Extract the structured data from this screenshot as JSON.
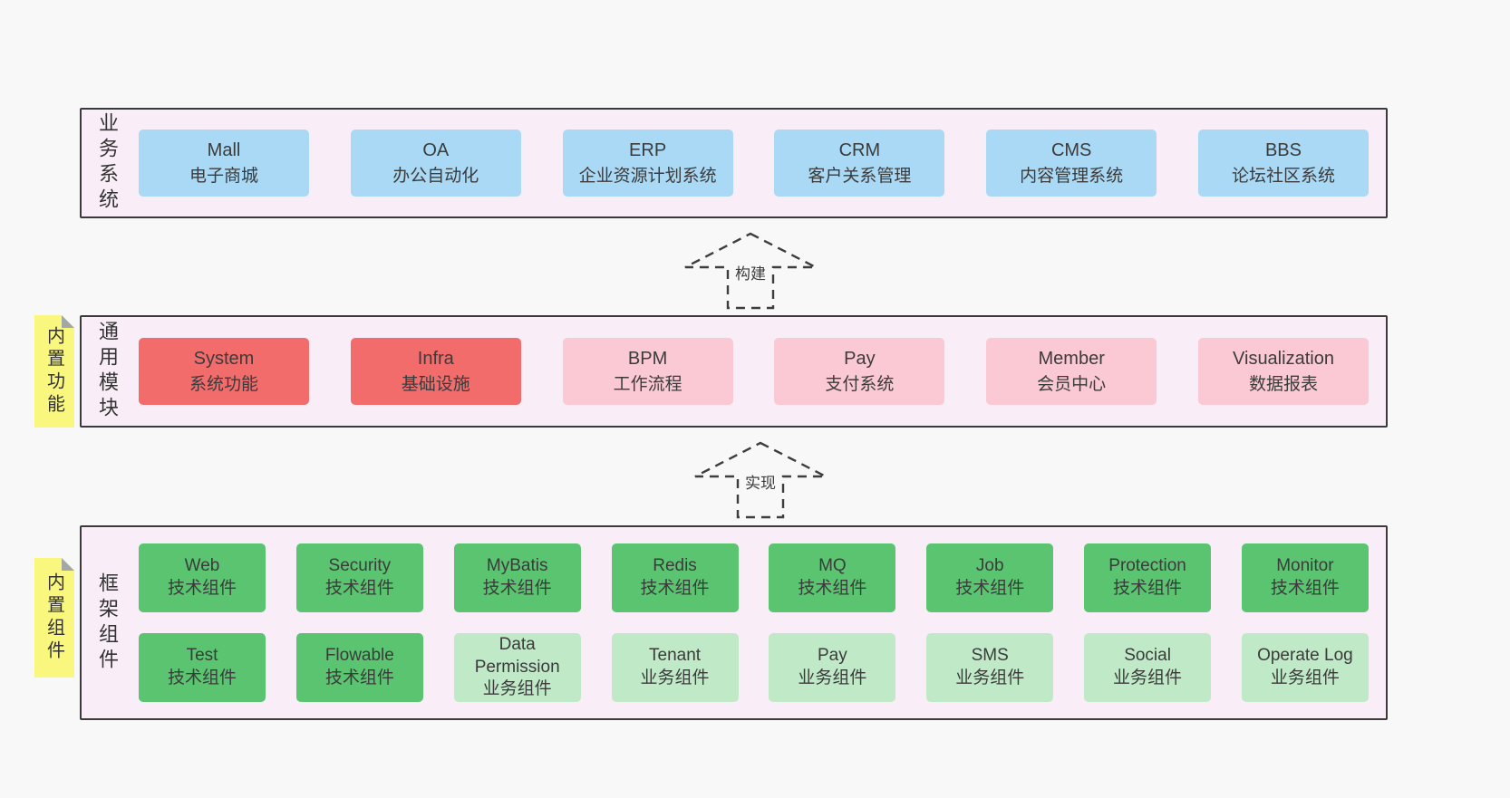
{
  "colors": {
    "page_bg": "#f8f8f8",
    "section_bg": "#f9eef7",
    "section_border": "#3a3a3a",
    "blue": "#a9d9f5",
    "red": "#f26c6c",
    "pink": "#fac9d4",
    "green_dark": "#5ac471",
    "green_light": "#c0e9c8",
    "note_yellow": "#faf77e",
    "text": "#3b3b3b"
  },
  "sections": [
    {
      "label": "业务系统",
      "items": [
        {
          "title": "Mall",
          "subtitle": "电子商城",
          "color": "blue"
        },
        {
          "title": "OA",
          "subtitle": "办公自动化",
          "color": "blue"
        },
        {
          "title": "ERP",
          "subtitle": "企业资源计划系统",
          "color": "blue"
        },
        {
          "title": "CRM",
          "subtitle": "客户关系管理",
          "color": "blue"
        },
        {
          "title": "CMS",
          "subtitle": "内容管理系统",
          "color": "blue"
        },
        {
          "title": "BBS",
          "subtitle": "论坛社区系统",
          "color": "blue"
        }
      ]
    },
    {
      "label": "通用模块",
      "note": "内置功能",
      "items": [
        {
          "title": "System",
          "subtitle": "系统功能",
          "color": "red"
        },
        {
          "title": "Infra",
          "subtitle": "基础设施",
          "color": "red"
        },
        {
          "title": "BPM",
          "subtitle": "工作流程",
          "color": "pink"
        },
        {
          "title": "Pay",
          "subtitle": "支付系统",
          "color": "pink"
        },
        {
          "title": "Member",
          "subtitle": "会员中心",
          "color": "pink"
        },
        {
          "title": "Visualization",
          "subtitle": "数据报表",
          "color": "pink"
        }
      ]
    },
    {
      "label": "框架组件",
      "note": "内置组件",
      "rows": [
        [
          {
            "title": "Web",
            "subtitle": "技术组件",
            "color": "green_dark"
          },
          {
            "title": "Security",
            "subtitle": "技术组件",
            "color": "green_dark"
          },
          {
            "title": "MyBatis",
            "subtitle": "技术组件",
            "color": "green_dark"
          },
          {
            "title": "Redis",
            "subtitle": "技术组件",
            "color": "green_dark"
          },
          {
            "title": "MQ",
            "subtitle": "技术组件",
            "color": "green_dark"
          },
          {
            "title": "Job",
            "subtitle": "技术组件",
            "color": "green_dark"
          },
          {
            "title": "Protection",
            "subtitle": "技术组件",
            "color": "green_dark"
          },
          {
            "title": "Monitor",
            "subtitle": "技术组件",
            "color": "green_dark"
          }
        ],
        [
          {
            "title": "Test",
            "subtitle": "技术组件",
            "color": "green_dark"
          },
          {
            "title": "Flowable",
            "subtitle": "技术组件",
            "color": "green_dark"
          },
          {
            "title": "Data Permission",
            "subtitle": "业务组件",
            "color": "green_light"
          },
          {
            "title": "Tenant",
            "subtitle": "业务组件",
            "color": "green_light"
          },
          {
            "title": "Pay",
            "subtitle": "业务组件",
            "color": "green_light"
          },
          {
            "title": "SMS",
            "subtitle": "业务组件",
            "color": "green_light"
          },
          {
            "title": "Social",
            "subtitle": "业务组件",
            "color": "green_light"
          },
          {
            "title": "Operate Log",
            "subtitle": "业务组件",
            "color": "green_light"
          }
        ]
      ]
    }
  ],
  "arrows": [
    {
      "label": "构建"
    },
    {
      "label": "实现"
    }
  ]
}
